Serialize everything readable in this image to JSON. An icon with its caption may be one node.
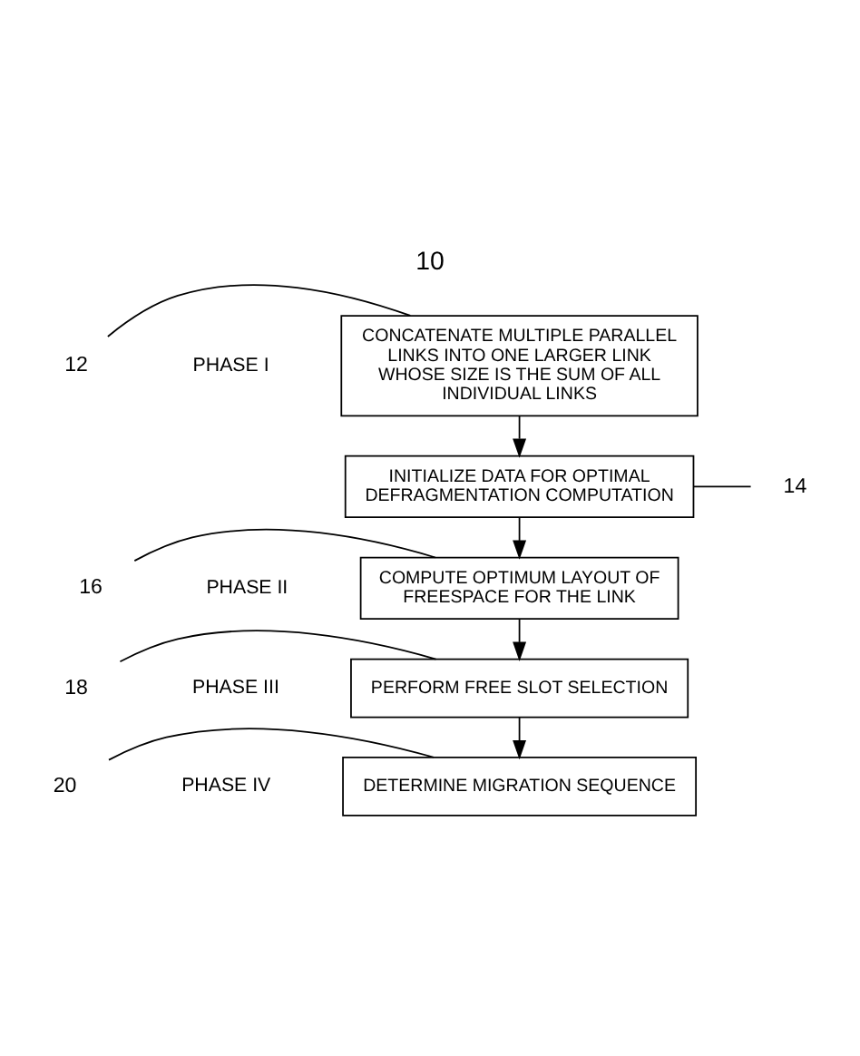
{
  "diagram": {
    "title": "10",
    "nodes": [
      {
        "text": [
          "CONCATENATE MULTIPLE PARALLEL LINKS INTO ONE LARGER LINK WHOSE SIZE IS THE SUM OF ALL INDIVIDUAL LINKS"
        ]
      },
      {
        "text": [
          "INITIALIZE DATA FOR OPTIMAL DEFRAGMENTATION COMPUTATION"
        ]
      },
      {
        "text": [
          "COMPUTE OPTIMUM LAYOUT OF FREESPACE FOR THE LINK"
        ]
      },
      {
        "text": [
          "PERFORM FREE SLOT SELECTION"
        ]
      },
      {
        "text": [
          "DETERMINE MIGRATION SEQUENCE"
        ]
      },
      {
        "text": [
          "12"
        ]
      },
      {
        "text": [
          "14"
        ]
      },
      {
        "text": [
          "16"
        ]
      },
      {
        "text": [
          "18"
        ]
      },
      {
        "text": [
          "20"
        ]
      }
    ],
    "edges": [
      {
        "from": 0,
        "to": 1,
        "arrow": "to"
      },
      {
        "from": 1,
        "to": 2,
        "arrow": "to"
      },
      {
        "from": 2,
        "to": 3,
        "arrow": "to"
      },
      {
        "from": 3,
        "to": 4,
        "arrow": "to"
      },
      {
        "from": 5,
        "to": 0,
        "arrow": "none"
      },
      {
        "from": 6,
        "to": 1,
        "arrow": "none"
      },
      {
        "from": 7,
        "to": 2,
        "arrow": "none"
      },
      {
        "from": 8,
        "to": 3,
        "arrow": "none"
      },
      {
        "from": 9,
        "to": 4,
        "arrow": "none"
      }
    ],
    "labels": [
      "PHASE I",
      "PHASE II",
      "PHASE III",
      "PHASE IV"
    ]
  }
}
